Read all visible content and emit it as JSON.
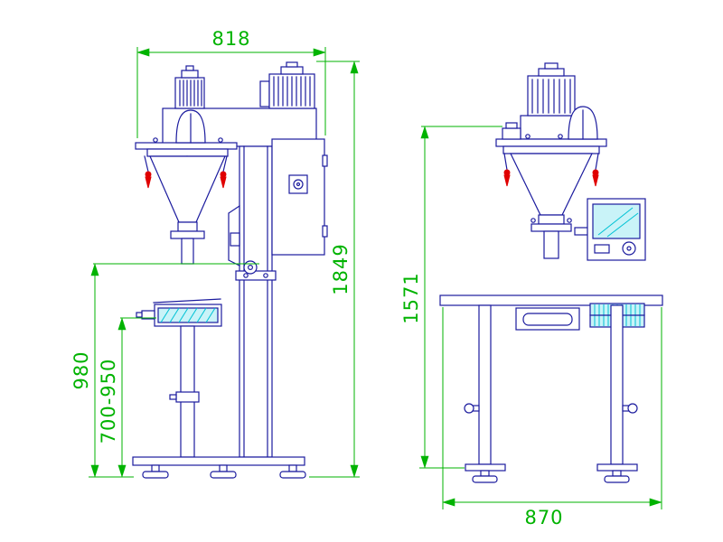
{
  "dimensions": {
    "top_width": "818",
    "total_height": "1849",
    "discharge_height": "980",
    "table_height_range": "700-950",
    "machine_height": "1571",
    "table_width": "870"
  },
  "colors": {
    "line": "#1b1b9e",
    "dim": "#00b300",
    "accent": "#e00000",
    "panel_fill": "#c9f3f8",
    "panel_stroke": "#00c2d4",
    "background": "#ffffff"
  }
}
